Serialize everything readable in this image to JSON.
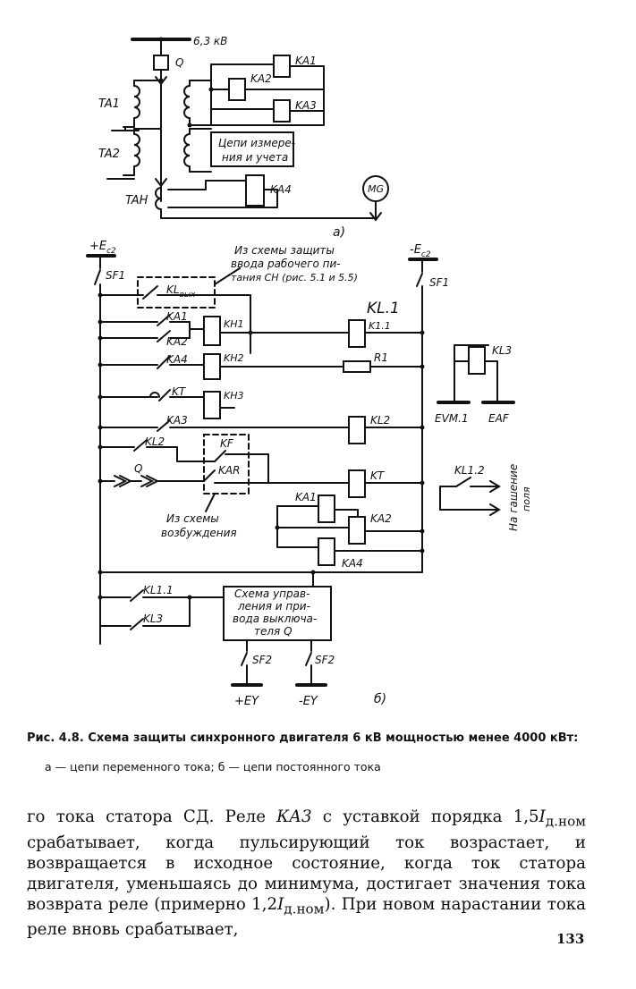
{
  "figure": {
    "part_a": {
      "bus_voltage": "6,3 кВ",
      "breaker": "Q",
      "ct1": "TA1",
      "ct2": "TA2",
      "ct_neutral": "TAH",
      "relay_ka1": "KA1",
      "relay_ka2": "KA2",
      "relay_ka3": "KA3",
      "meter_box_line1": "Цепи измере-",
      "meter_box_line2": "ния и учета",
      "relay_ka4": "KA4",
      "motor": "MG",
      "label": "а)"
    },
    "part_b": {
      "plus_supply": "+E",
      "plus_supply_sub": "c2",
      "minus_supply": "-E",
      "minus_supply_sub": "c2",
      "sf1_left": "SF1",
      "sf1_right": "SF1",
      "note_top_line1": "Из схемы защиты",
      "note_top_line2": "ввода рабочего пи-",
      "note_top_line3": "тания СН (рис. 5.1 и 5.5)",
      "contact_kl_out": "KL",
      "contact_kl_out_sub": "вых",
      "contact_ka1": "KA1",
      "contact_ka2": "KA2",
      "contact_ka4": "KA4",
      "contact_kt": "KT",
      "contact_ka3": "KA3",
      "contact_kl2": "KL2",
      "contact_q": "Q",
      "indicator_kh1": "KH1",
      "indicator_kh2": "KH2",
      "indicator_kh3": "KH3",
      "relay_kl1_header": "KL.1",
      "coil_k11": "K1.1",
      "resistor_r1": "R1",
      "coil_kl2": "KL2",
      "contact_kf": "KF",
      "contact_kar": "KAR",
      "note_exc_line1": "Из схемы",
      "note_exc_line2": "возбуждения",
      "coil_kt": "KT",
      "coil_ka1": "KA1",
      "coil_ka2": "KA2",
      "coil_ka4": "KA4",
      "relay_kl3": "KL3",
      "terminal_evm1": "EVM.1",
      "terminal_eaf": "EAF",
      "contact_kl12": "KL1.2",
      "field_note_line1": "На гашение",
      "field_note_line2": "поля",
      "contact_kl11": "KL1.1",
      "contact_kl3": "KL3",
      "control_box_line1": "Схема управ-",
      "control_box_line2": "ления и при-",
      "control_box_line3": "вода выключа-",
      "control_box_line4": "теля Q",
      "sf2_left": "SF2",
      "sf2_right": "SF2",
      "ey_plus": "+EY",
      "ey_minus": "-EY",
      "label": "б)"
    }
  },
  "caption": "Рис. 4.8. Схема защиты синхронного двигателя 6 кВ мощностью менее 4000 кВт:",
  "subcaption": "а — цепи переменного тока; б — цепи постоянного тока",
  "body": {
    "t1": "го тока статора СД. Реле ",
    "t2": "КА3",
    "t3": " с уставкой порядка 1,5",
    "t4": "I",
    "t5": "д.ном",
    "t6": " срабатывает, когда пульсирующий ток возрастает, и возвращается в исходное состояние, когда ток статора двигателя, уменьшаясь до минимума, достигает значения тока возврата реле (примерно 1,2",
    "t7": "I",
    "t8": "д.ном",
    "t9": "). При новом нарастании тока реле вновь срабатывает,"
  },
  "page_number": "133"
}
